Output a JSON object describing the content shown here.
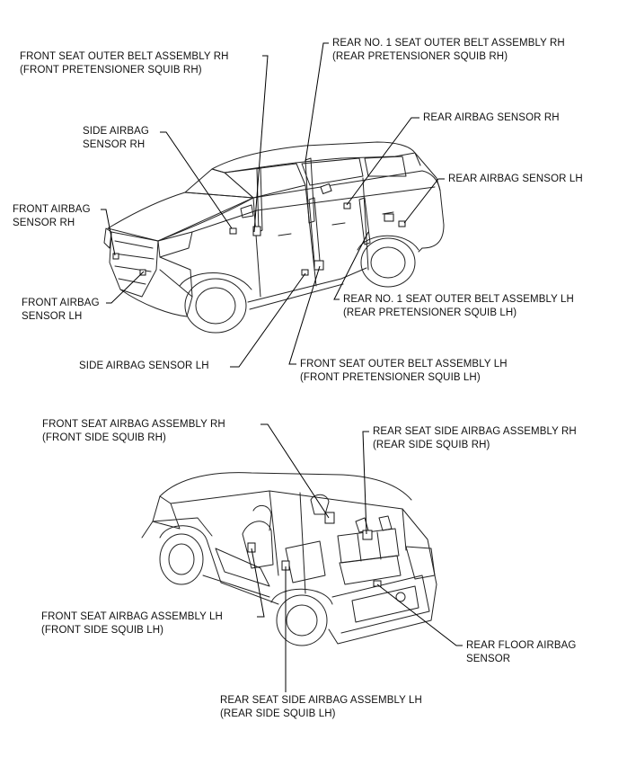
{
  "top": {
    "labels": {
      "front_belt_rh": [
        "FRONT SEAT OUTER BELT ASSEMBLY RH",
        "(FRONT PRETENSIONER SQUIB RH)"
      ],
      "rear_belt_rh": [
        "REAR NO. 1 SEAT OUTER BELT ASSEMBLY RH",
        "(REAR PRETENSIONER SQUIB RH)"
      ],
      "side_sensor_rh": [
        "SIDE AIRBAG",
        "SENSOR RH"
      ],
      "rear_sensor_rh": [
        "REAR AIRBAG SENSOR RH"
      ],
      "rear_sensor_lh": [
        "REAR AIRBAG SENSOR LH"
      ],
      "front_sensor_rh": [
        "FRONT AIRBAG",
        "SENSOR RH"
      ],
      "front_sensor_lh": [
        "FRONT AIRBAG",
        "SENSOR LH"
      ],
      "rear_belt_lh": [
        "REAR NO. 1 SEAT OUTER BELT ASSEMBLY LH",
        "(REAR PRETENSIONER SQUIB LH)"
      ],
      "side_sensor_lh": [
        "SIDE AIRBAG SENSOR LH"
      ],
      "front_belt_lh": [
        "FRONT SEAT OUTER BELT ASSEMBLY LH",
        "(FRONT PRETENSIONER SQUIB LH)"
      ]
    }
  },
  "bottom": {
    "labels": {
      "front_seat_airbag_rh": [
        "FRONT SEAT AIRBAG ASSEMBLY RH",
        "(FRONT SIDE SQUIB RH)"
      ],
      "rear_seat_side_rh": [
        "REAR SEAT SIDE AIRBAG ASSEMBLY RH",
        "(REAR SIDE SQUIB RH)"
      ],
      "front_seat_airbag_lh": [
        "FRONT SEAT AIRBAG ASSEMBLY LH",
        "(FRONT SIDE SQUIB LH)"
      ],
      "rear_floor_sensor": [
        "REAR FLOOR AIRBAG",
        "SENSOR"
      ],
      "rear_seat_side_lh": [
        "REAR SEAT SIDE AIRBAG ASSEMBLY LH",
        "(REAR SIDE SQUIB LH)"
      ]
    }
  }
}
